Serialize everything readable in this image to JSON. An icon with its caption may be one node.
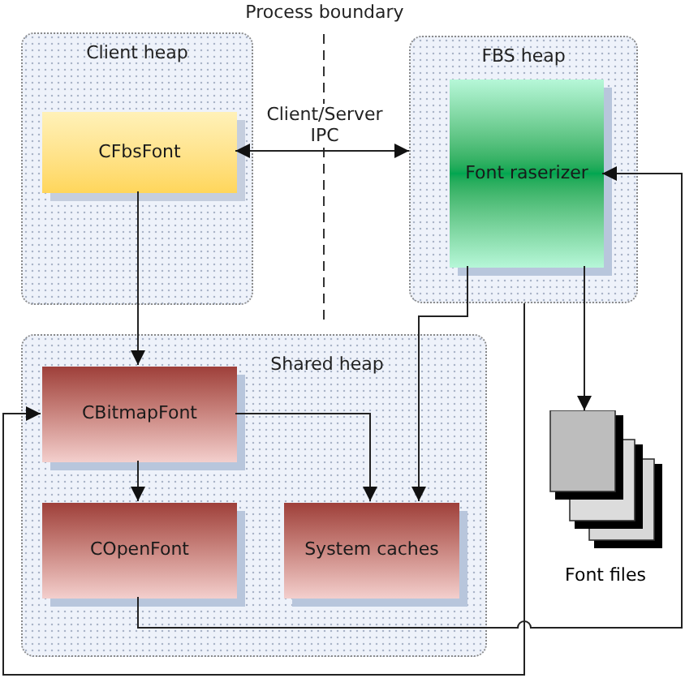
{
  "diagram": {
    "nodes": [
      {
        "text": [
          "Client heap"
        ]
      },
      {
        "text": [
          "CFbsFont"
        ],
        "in": 0
      },
      {
        "text": [
          "FBS heap"
        ]
      },
      {
        "text": [
          "Font raserizer"
        ],
        "in": 2
      },
      {
        "text": [
          "Shared heap"
        ]
      },
      {
        "text": [
          "CBitmapFont"
        ],
        "in": 4
      },
      {
        "text": [
          "COpenFont"
        ],
        "in": 4
      },
      {
        "text": [
          "System caches"
        ],
        "in": 4
      },
      {
        "text": [
          "Font files"
        ]
      }
    ],
    "edges": [
      {
        "from": 1,
        "to": 2,
        "arrow": "both",
        "label": "Client/Server IPC"
      },
      {
        "from": 1,
        "to": 5,
        "arrow": "to"
      },
      {
        "from": 5,
        "to": 6,
        "arrow": "to"
      },
      {
        "from": 5,
        "to": 7,
        "arrow": "to"
      },
      {
        "from": 3,
        "to": 7,
        "arrow": "to"
      },
      {
        "from": 3,
        "to": 8,
        "arrow": "to"
      },
      {
        "from": 2,
        "to": 5,
        "arrow": "to"
      },
      {
        "from": 6,
        "to": 3,
        "arrow": "to"
      }
    ],
    "labels": [
      "Process boundary"
    ]
  }
}
